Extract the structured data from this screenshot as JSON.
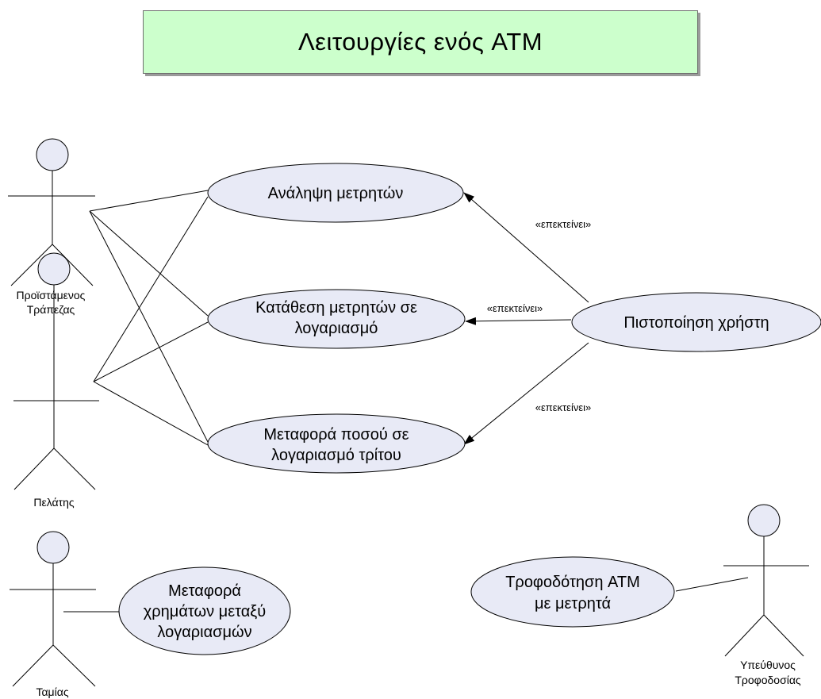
{
  "title": "Λειτουργίες ενός ATM",
  "actors": {
    "manager": [
      "Προϊστάμενος",
      "Τράπεζας"
    ],
    "customer": [
      "Πελάτης"
    ],
    "cashier": [
      "Ταμίας"
    ],
    "supply_officer": [
      "Υπεύθυνος",
      "Τροφοδοσίας"
    ]
  },
  "use_cases": {
    "withdraw": [
      "Ανάληψη μετρητών"
    ],
    "deposit": [
      "Κατάθεση μετρητών σε",
      "λογαριασμό"
    ],
    "transfer_third": [
      "Μεταφορά ποσού σε",
      "λογαριασμό τρίτου"
    ],
    "authenticate": [
      "Πιστοποίηση χρήστη"
    ],
    "transfer_accounts": [
      "Μεταφορά",
      "χρημάτων μεταξύ",
      "λογαριασμών"
    ],
    "supply_atm": [
      "Τροφοδότηση ATM",
      "με μετρητά"
    ]
  },
  "relations": {
    "extend_label": "«επεκτείνει»"
  },
  "colors": {
    "title_bg": "#ccffcc",
    "usecase_fill": "#e8eaf6"
  }
}
